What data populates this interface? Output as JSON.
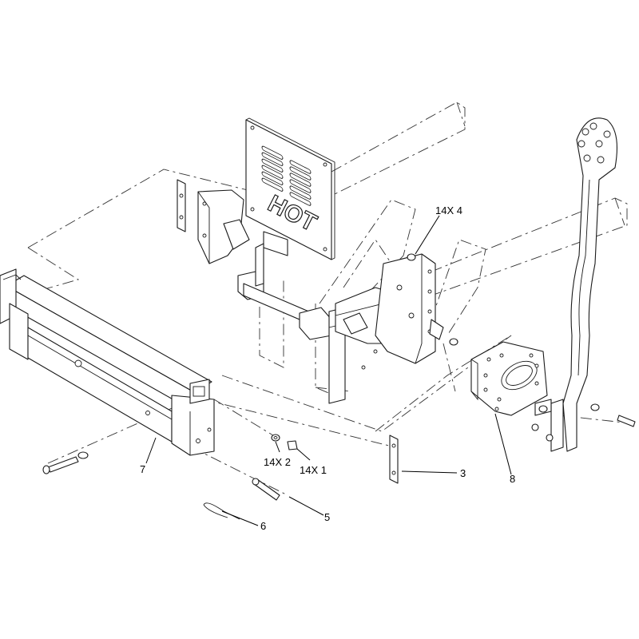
{
  "callouts": {
    "c14x4": "14X 4",
    "c14x2": "14X 2",
    "c14x1": "14X 1",
    "c3": "3",
    "c5": "5",
    "c6": "6",
    "c7": "7",
    "c8": "8"
  },
  "shield_text": "HOT"
}
